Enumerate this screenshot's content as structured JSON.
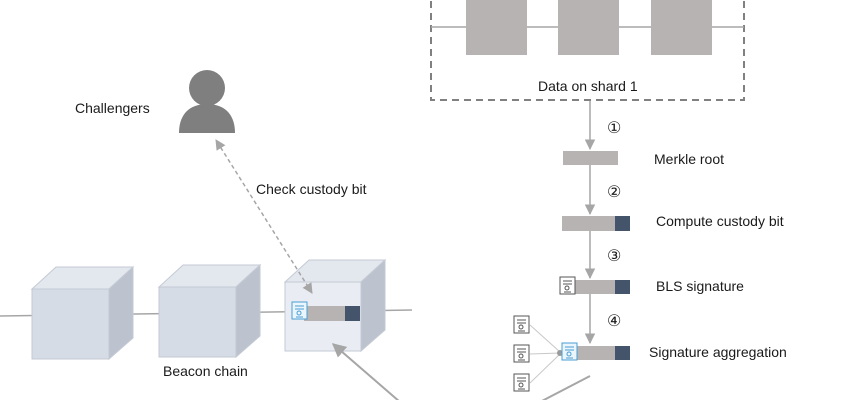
{
  "labels": {
    "data_on_shard": "Data on shard 1",
    "challengers": "Challengers",
    "check_custody_bit": "Check custody bit",
    "beacon_chain": "Beacon chain",
    "merkle_root": "Merkle root",
    "compute_custody_bit": "Compute custody bit",
    "bls_signature": "BLS signature",
    "signature_aggregation": "Signature aggregation"
  },
  "steps": [
    "①",
    "②",
    "③",
    "④"
  ],
  "icons": {
    "person": "person-icon",
    "certificate": "certificate-icon"
  },
  "colors": {
    "block_gray": "#b7b3b3",
    "cube_front": "#d6dce5",
    "cube_top": "#e3e7ee",
    "cube_side": "#bcc3ce",
    "custody_bit": "#44546a",
    "arrow": "#a6a6a6",
    "person": "#7f7f7f",
    "dashed_border": "#808080",
    "signature_blue": "#4a9fd5"
  }
}
